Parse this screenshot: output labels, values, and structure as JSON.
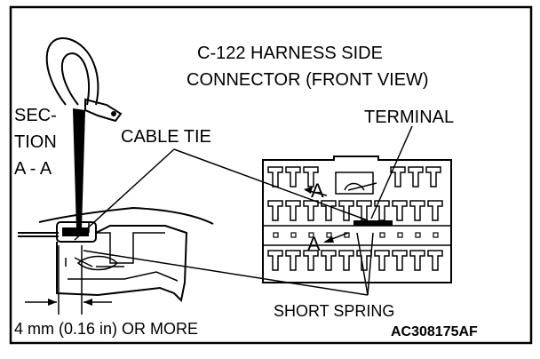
{
  "labels": {
    "title_line1": "C-122 HARNESS SIDE",
    "title_line2": "CONNECTOR (FRONT VIEW)",
    "terminal": "TERMINAL",
    "section_line1": "SEC-",
    "section_line2": "TION",
    "section_line3": "A - A",
    "cable_tie": "CABLE TIE",
    "section_marker_a": "A",
    "short_spring": "SHORT SPRING",
    "dimension": "4 mm (0.16 in) OR MORE",
    "figure_code": "AC308175AF"
  }
}
